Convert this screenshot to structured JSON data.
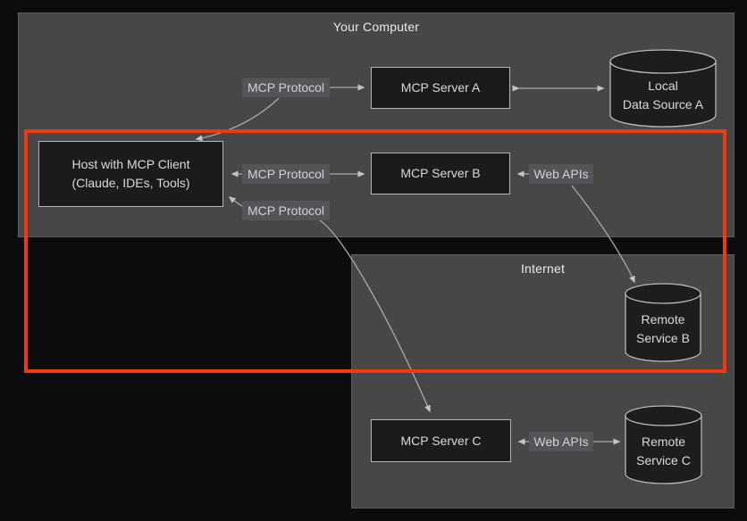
{
  "diagram": {
    "containers": {
      "your_computer": {
        "title": "Your Computer"
      },
      "internet": {
        "title": "Internet"
      }
    },
    "nodes": {
      "host": {
        "line1": "Host with MCP Client",
        "line2": "(Claude, IDEs, Tools)"
      },
      "server_a": {
        "label": "MCP Server A"
      },
      "server_b": {
        "label": "MCP Server B"
      },
      "server_c": {
        "label": "MCP Server C"
      },
      "data_source_a": {
        "line1": "Local",
        "line2": "Data Source A"
      },
      "remote_service_b": {
        "line1": "Remote",
        "line2": "Service B"
      },
      "remote_service_c": {
        "line1": "Remote",
        "line2": "Service C"
      }
    },
    "edge_labels": {
      "mcp_protocol_a": "MCP Protocol",
      "mcp_protocol_b": "MCP Protocol",
      "mcp_protocol_c": "MCP Protocol",
      "web_apis_b": "Web APIs",
      "web_apis_c": "Web APIs"
    },
    "colors": {
      "background": "#0c0c0e",
      "container_fill": "#474747",
      "node_fill": "#1b1b1b",
      "node_border": "#b5b5b5",
      "edge_line": "#a9a9a9",
      "edge_label_bg": "#545559",
      "highlight_red": "#ee3a0d"
    }
  }
}
